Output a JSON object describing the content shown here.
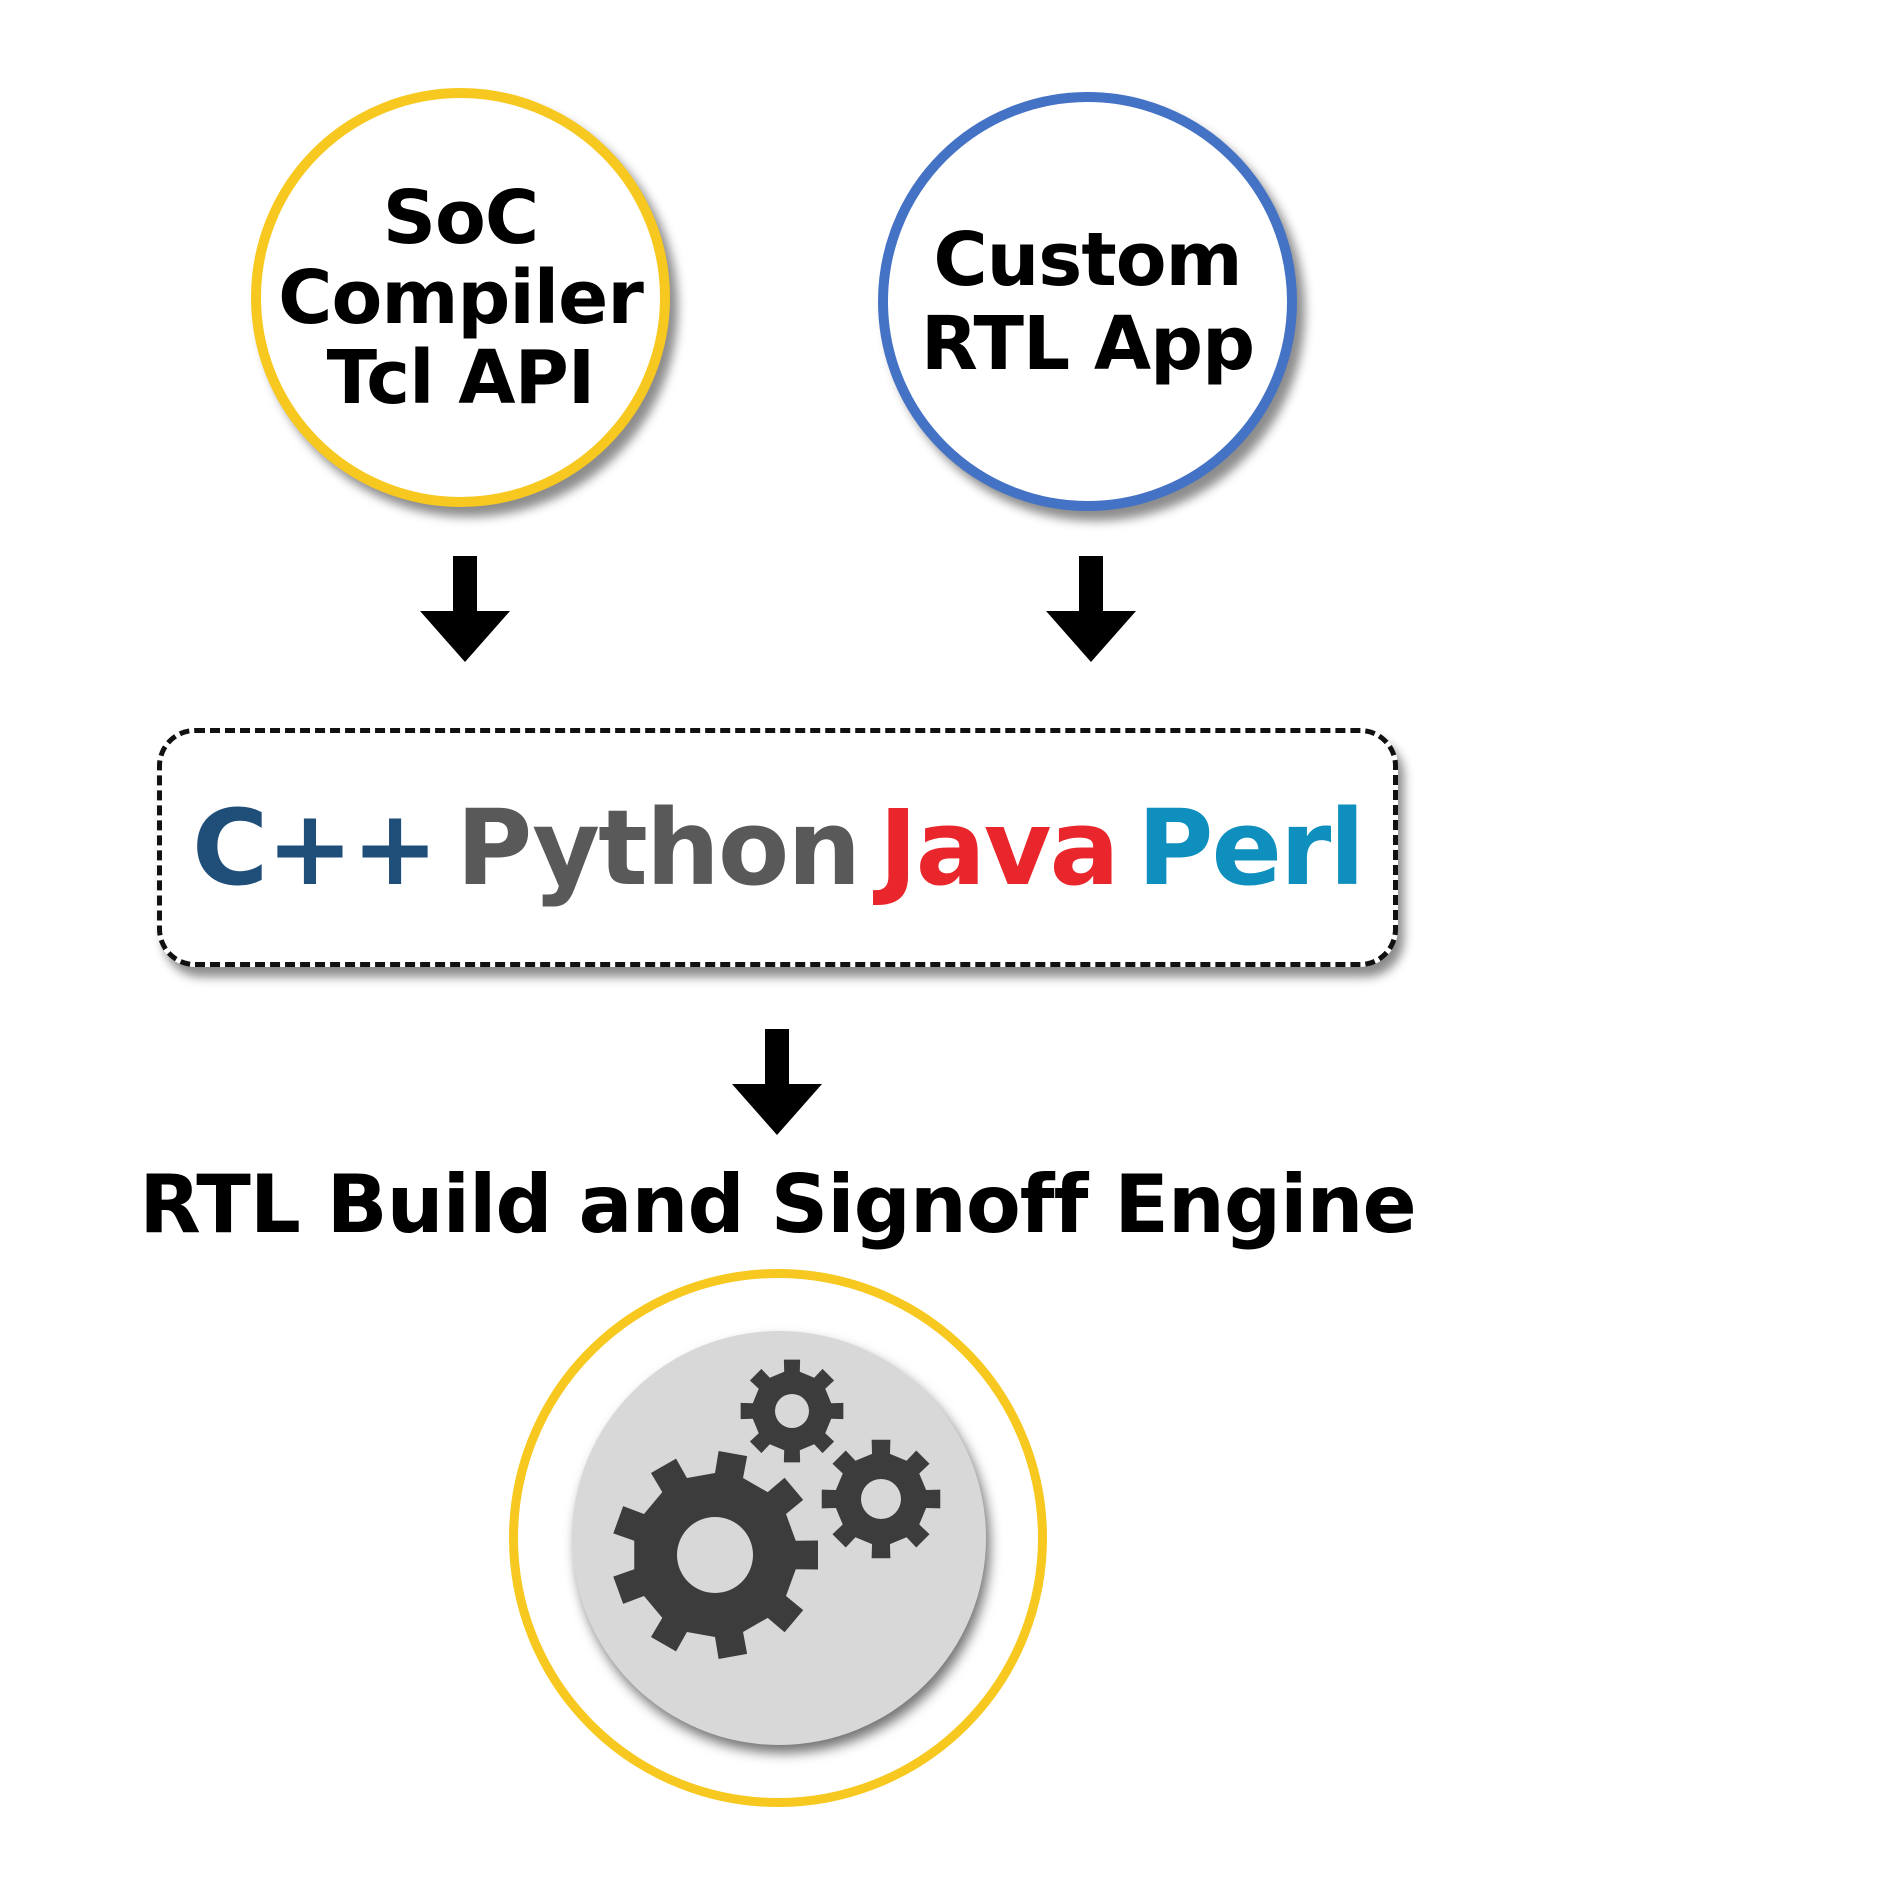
{
  "nodes": {
    "soc": {
      "lines": [
        "SoC",
        "Compiler",
        "Tcl API"
      ],
      "border_color": "#f7c81f"
    },
    "custom_app": {
      "lines": [
        "Custom",
        "RTL App"
      ],
      "border_color": "#4472c4"
    },
    "languages": [
      {
        "label": "C++",
        "color": "#1f4e79"
      },
      {
        "label": "Python",
        "color": "#595959"
      },
      {
        "label": "Java",
        "color": "#e8262b"
      },
      {
        "label": "Perl",
        "color": "#0e8fbd"
      }
    ],
    "engine": {
      "title": "RTL Build and Signoff Engine",
      "ring_color": "#f7c81f",
      "icon": "gears-icon"
    }
  }
}
